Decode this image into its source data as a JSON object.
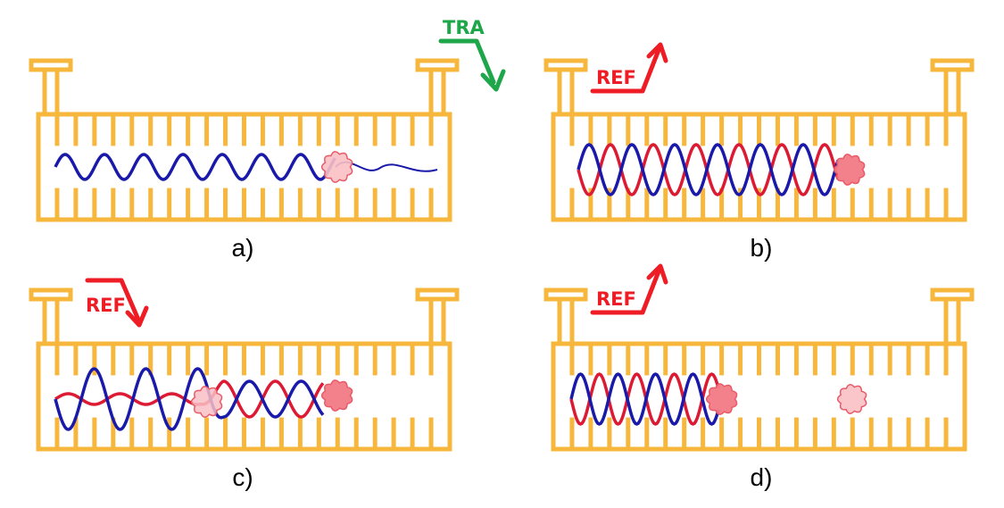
{
  "colors": {
    "frame": "#F6B73C",
    "wave_blue": "#1A1AAA",
    "wave_red": "#DD1A33",
    "blob_light": "#F9C0C4",
    "blob_dark": "#F27A85",
    "blob_stroke": "#E85A68",
    "tra_green": "#1EA64A",
    "ref_red": "#EE1C25"
  },
  "panels": [
    {
      "id": "a",
      "caption": "a)"
    },
    {
      "id": "b",
      "caption": "b)"
    },
    {
      "id": "c",
      "caption": "c)"
    },
    {
      "id": "d",
      "caption": "d)"
    }
  ],
  "arrows": [
    {
      "id": "tra",
      "label": "TRA",
      "direction": "down"
    },
    {
      "id": "ref-b",
      "label": "REF",
      "direction": "up"
    },
    {
      "id": "ref-c",
      "label": "REF",
      "direction": "down"
    },
    {
      "id": "ref-d",
      "label": "REF",
      "direction": "up"
    }
  ]
}
